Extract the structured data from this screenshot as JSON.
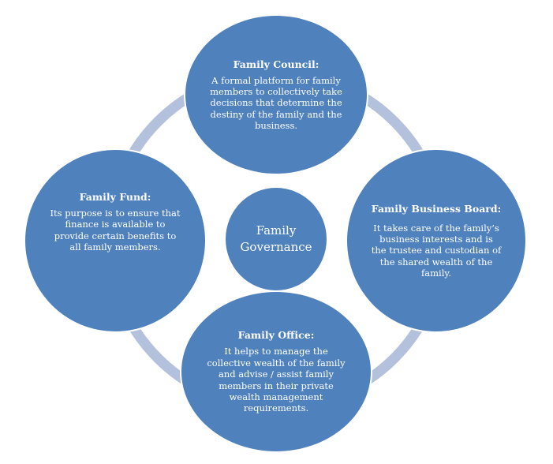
{
  "diagram": {
    "center": {
      "label_line1": "Family",
      "label_line2": "Governance"
    },
    "nodes": [
      {
        "title": "Family Council:",
        "desc": "A formal platform for family members to collectively take decisions that determine the destiny of the family and the business."
      },
      {
        "title": "Family Fund:",
        "desc": "Its purpose is to ensure that finance is available to provide certain benefits to all family members."
      },
      {
        "title": "Family Business Board:",
        "desc": "It takes care of the family’s business interests and is the trustee and custodian of the shared wealth of the family."
      },
      {
        "title": "Family Office:",
        "desc": "It helps to manage the collective wealth of the family and advise / assist family members in their private wealth management requirements."
      }
    ],
    "colors": {
      "node": "#4f81bd",
      "ring": "#b3c1dc",
      "text": "#ffffff"
    }
  }
}
